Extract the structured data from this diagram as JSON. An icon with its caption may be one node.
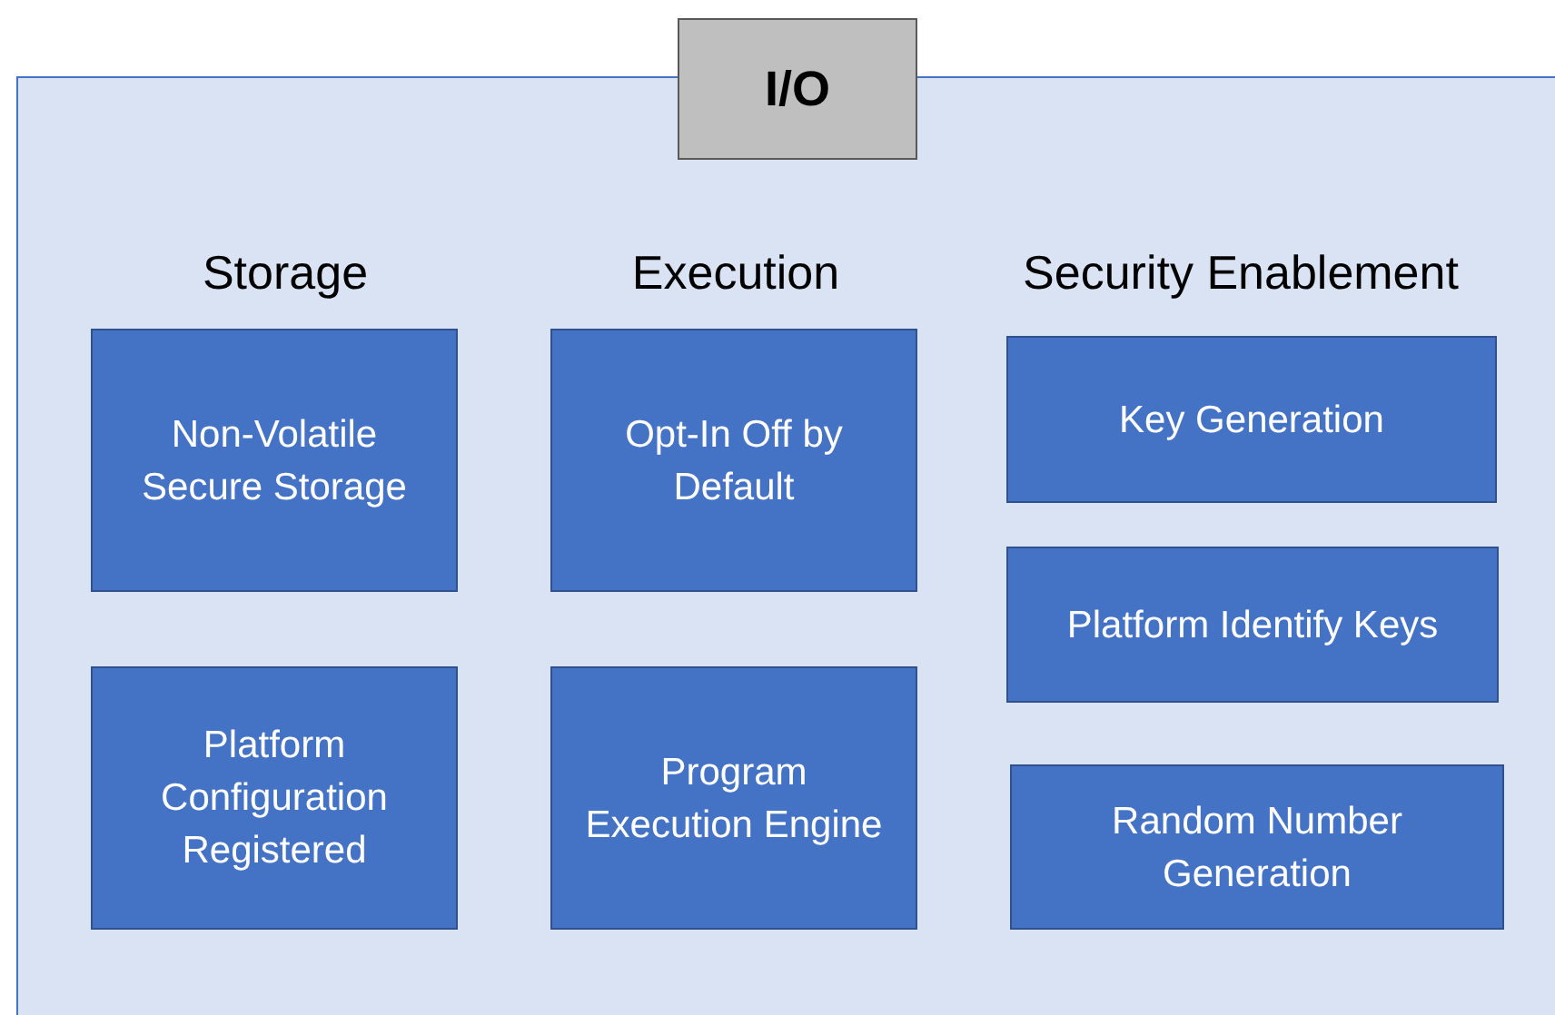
{
  "diagram": {
    "nodes": [
      {
        "text": [],
        "shape": "box"
      },
      {
        "text": [
          "I/O"
        ]
      },
      {
        "text": [
          "Non-Volatile Secure Storage"
        ],
        "in": 0
      },
      {
        "text": [
          "Opt-In Off by Default"
        ],
        "in": 0
      },
      {
        "text": [
          "Key Generation"
        ],
        "in": 0
      },
      {
        "text": [
          "Platform Identify Keys"
        ],
        "in": 0
      },
      {
        "text": [
          "Platform Configuration Registered"
        ],
        "in": 0
      },
      {
        "text": [
          "Program Execution Engine"
        ],
        "in": 0
      },
      {
        "text": [
          "Random Number Generation"
        ],
        "in": 0
      }
    ],
    "labels": [
      "Storage",
      "Execution",
      "Security Enablement"
    ]
  }
}
